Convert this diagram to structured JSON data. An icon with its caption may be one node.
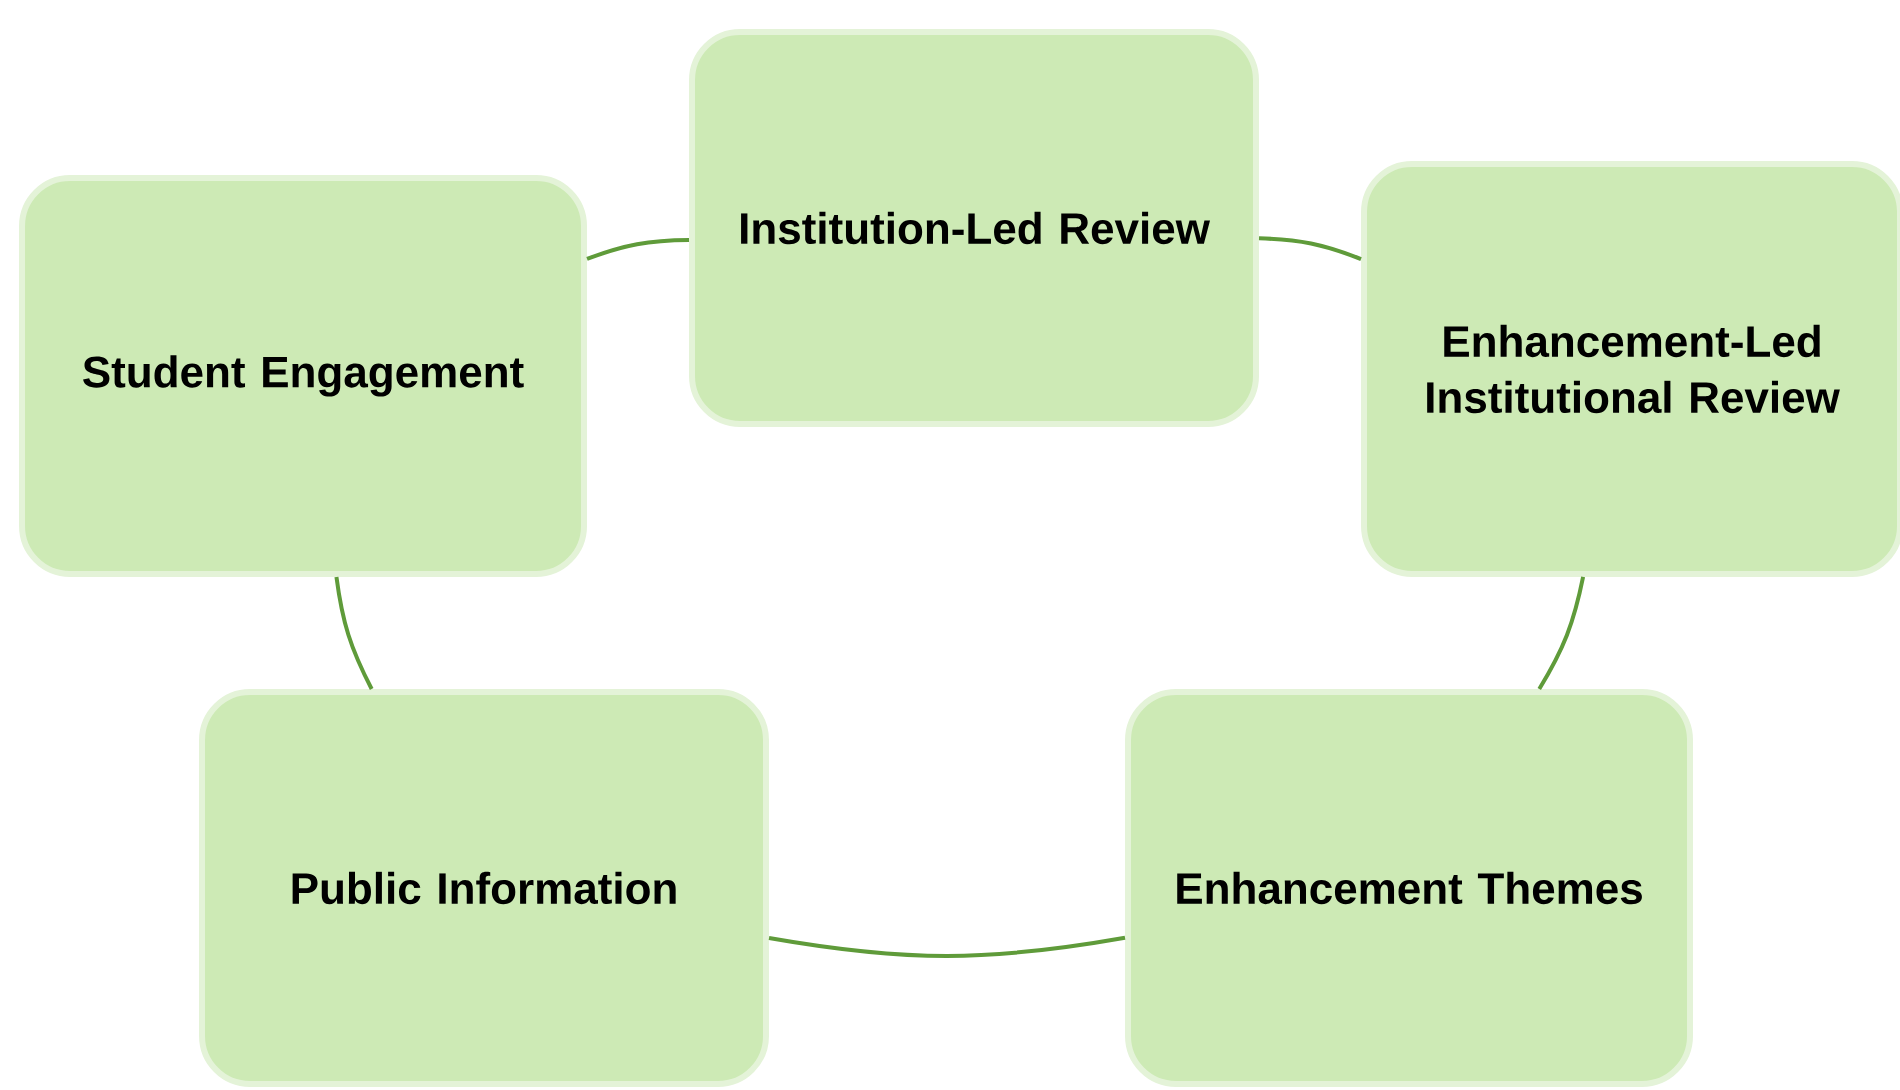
{
  "diagram": {
    "nodes": [
      {
        "text": [
          "Institution-Led Review"
        ]
      },
      {
        "text": [
          "Enhancement-Led Institutional Review"
        ]
      },
      {
        "text": [
          "Enhancement Themes"
        ]
      },
      {
        "text": [
          "Public Information"
        ]
      },
      {
        "text": [
          "Student Engagement"
        ]
      }
    ],
    "edges": [
      {
        "from": 4,
        "to": 0,
        "arrow": "none"
      },
      {
        "from": 0,
        "to": 1,
        "arrow": "none"
      },
      {
        "from": 1,
        "to": 2,
        "arrow": "none"
      },
      {
        "from": 2,
        "to": 3,
        "arrow": "none"
      },
      {
        "from": 3,
        "to": 4,
        "arrow": "none"
      }
    ]
  }
}
